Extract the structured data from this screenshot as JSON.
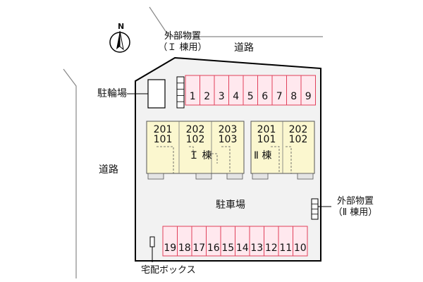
{
  "compass": {
    "letter": "N"
  },
  "roads": {
    "top": "道路",
    "left": "道路"
  },
  "storage_building_1": {
    "line1": "外部物置",
    "line2": "（Ｉ 棟用）"
  },
  "storage_building_2": {
    "line1": "外部物置",
    "line2": "（Ⅱ 棟用）"
  },
  "bicycle_parking": "駐輪場",
  "parking_lot": "駐車場",
  "delivery_box": "宅配ボックス",
  "building_1": {
    "label": "Ｉ 棟",
    "units": [
      {
        "upper": "201",
        "lower": "101"
      },
      {
        "upper": "202",
        "lower": "102"
      },
      {
        "upper": "203",
        "lower": "103"
      }
    ]
  },
  "building_2": {
    "label": "Ⅱ 棟",
    "units": [
      {
        "upper": "201",
        "lower": "101"
      },
      {
        "upper": "202",
        "lower": "102"
      }
    ]
  },
  "parking_top": [
    "1",
    "2",
    "3",
    "4",
    "5",
    "6",
    "7",
    "8",
    "9"
  ],
  "parking_bottom": [
    "19",
    "18",
    "17",
    "16",
    "15",
    "14",
    "13",
    "12",
    "11",
    "10"
  ],
  "colors": {
    "lot_fill": "#f2f2f2",
    "lot_outline": "#000000",
    "parking_fill": "#ffe8ee",
    "parking_stroke": "#e0405a",
    "building_fill": "#fbf7cf",
    "building_stroke": "#555555",
    "road_line": "#888888"
  }
}
